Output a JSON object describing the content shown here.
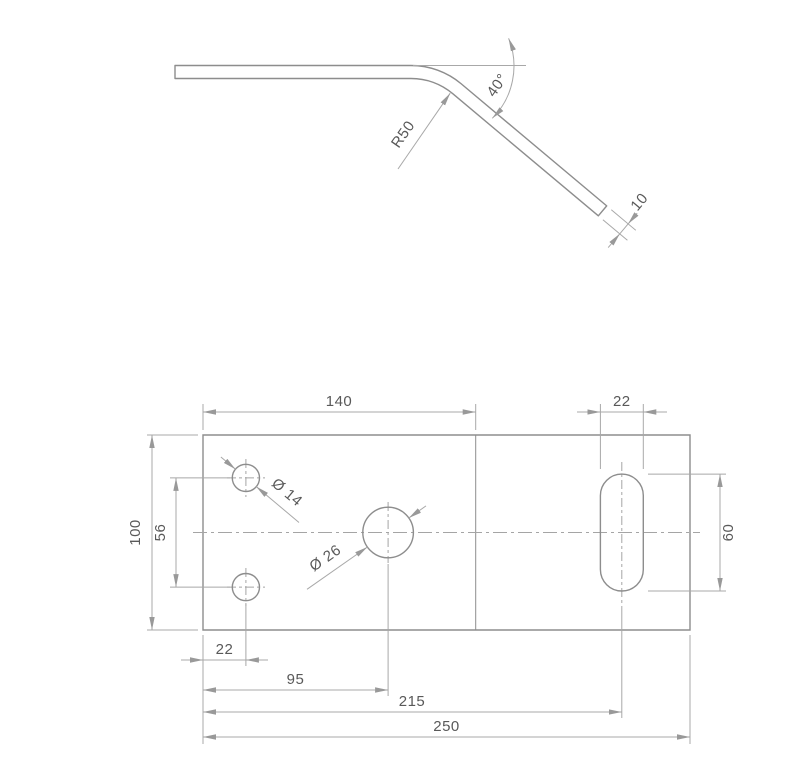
{
  "drawing": {
    "side_view": {
      "bend_angle": "40°",
      "bend_radius": "R50",
      "thickness": "10"
    },
    "plan_view": {
      "top_width": "140",
      "slot_width": "22",
      "plate_width": "100",
      "hole_spacing": "56",
      "slot_length": "60",
      "hole_edge_offset": "22",
      "center_hole_offset": "95",
      "slot_offset": "215",
      "plate_length": "250",
      "small_hole_diameter": "Ø 14",
      "center_hole_diameter": "Ø 26"
    },
    "colors": {
      "part_edge": "#8d8d8d",
      "dimension_line": "#a8a8a8",
      "dimension_text": "#595959"
    }
  }
}
